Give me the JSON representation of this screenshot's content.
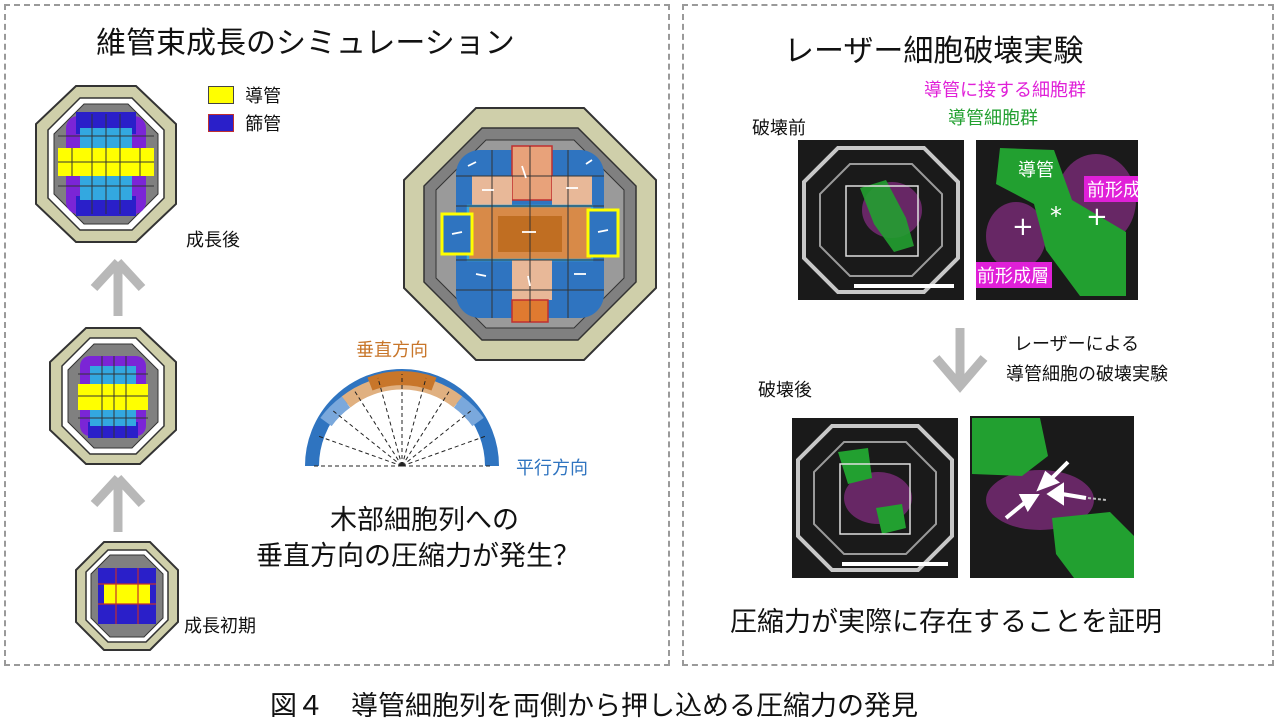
{
  "left": {
    "title": "維管束成長のシミュレーション",
    "legend": [
      {
        "label": "導管",
        "color": "#ffff00"
      },
      {
        "label": "篩管",
        "color": "#2a1fc9"
      }
    ],
    "stages": [
      "成長後",
      "成長初期"
    ],
    "fan": {
      "vertical_label": "垂直方向",
      "parallel_label": "平行方向"
    },
    "question": [
      "木部細胞列への",
      "垂直方向の圧縮力が発生？"
    ]
  },
  "right": {
    "title": "レーザー細胞破壊実験",
    "legend_magenta": "導管に接する細胞群",
    "legend_green": "導管細胞群",
    "before_label": "破壊前",
    "after_label": "破壊後",
    "zoom_labels": {
      "vessel": "導管",
      "cambium_1": "前形成層",
      "cambium_2": "前形成層",
      "star": "*",
      "plus": "+"
    },
    "arrow_note": [
      "レーザーによる",
      "導管細胞の破壊実験"
    ],
    "conclusion": "圧縮力が実際に存在することを証明"
  },
  "caption": "図４　導管細胞列を両側から押し込める圧縮力の発見",
  "colors": {
    "magenta": "#e020d8",
    "green": "#22a030",
    "orange": "#c8762a",
    "blue": "#2f74c0",
    "label_bg": "#e020d8"
  }
}
